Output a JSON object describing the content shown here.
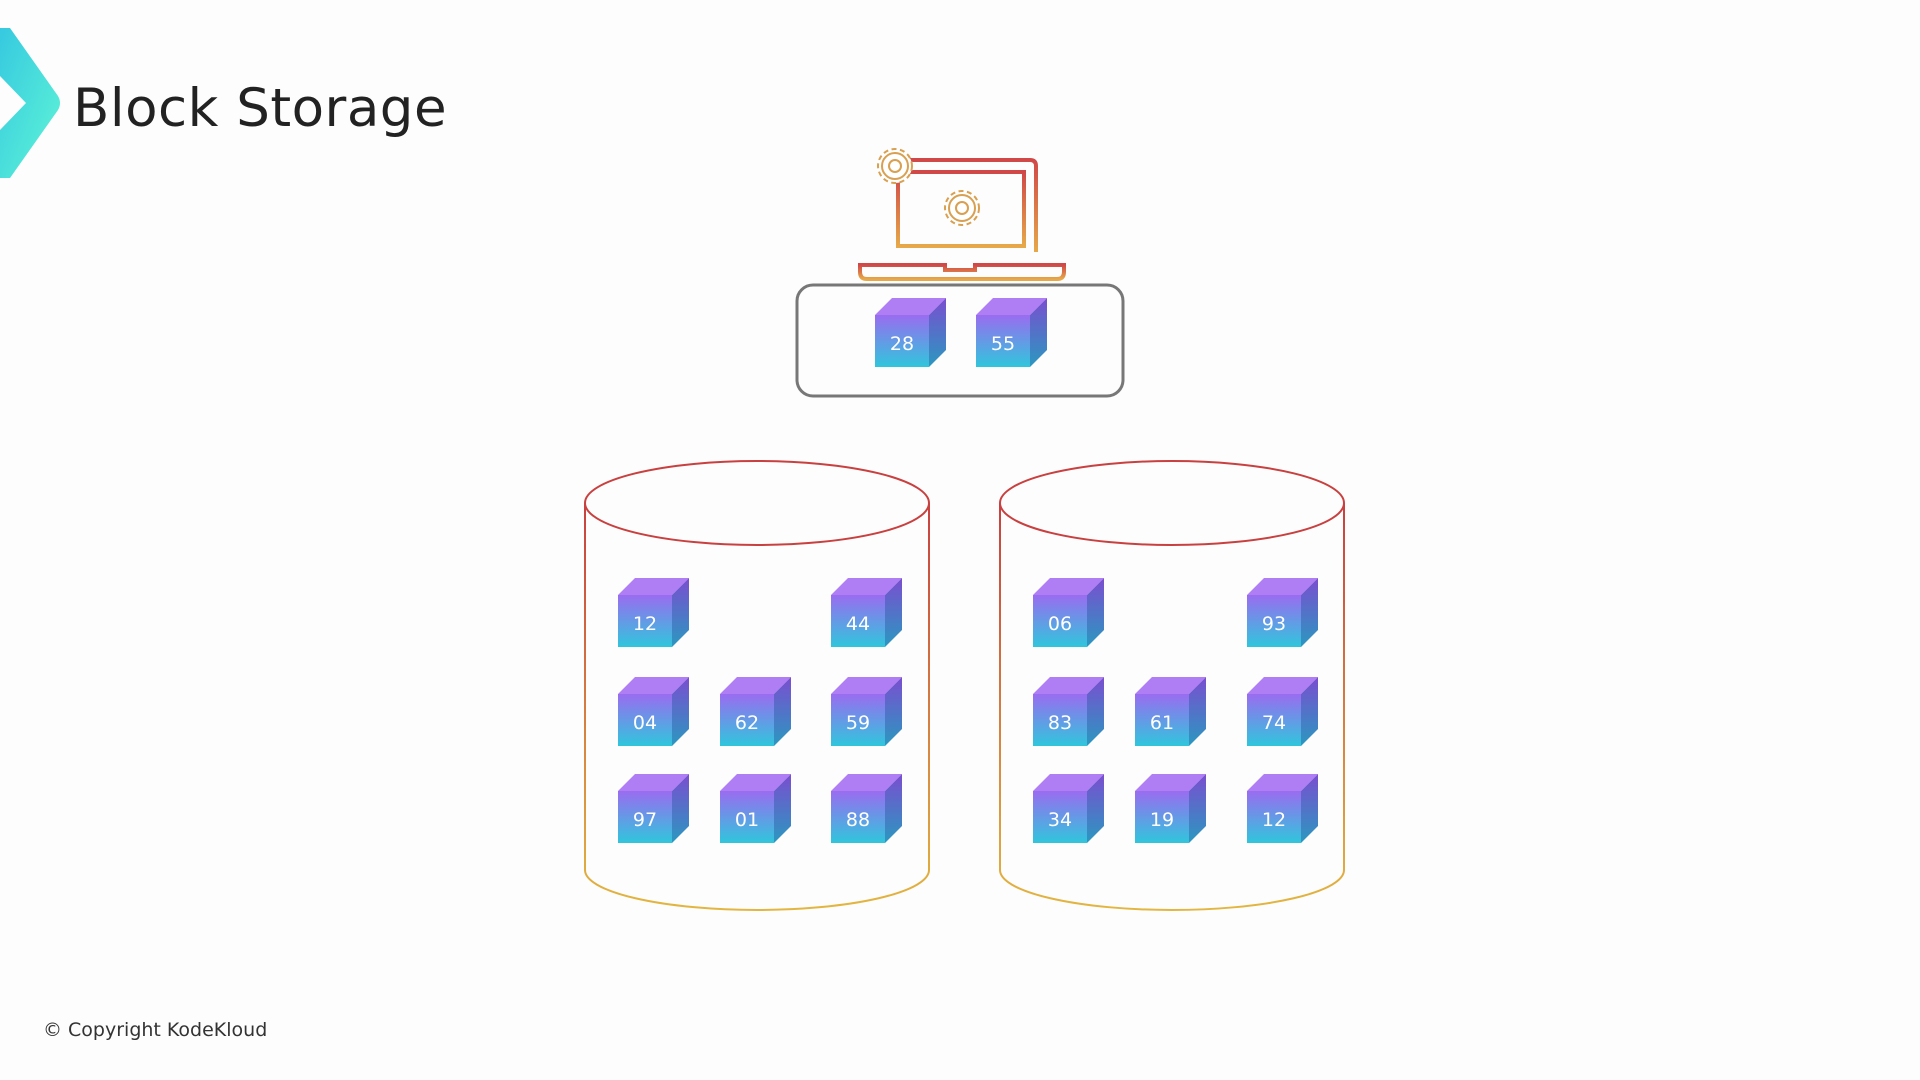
{
  "slide": {
    "title": "Block Storage",
    "copyright": "© Copyright KodeKloud"
  },
  "colors": {
    "accent_logo": "#3fe0d0",
    "cube_top": "#a66ef0",
    "cube_bottom": "#2ec4dc",
    "outline_red": "#d04848",
    "outline_orange": "#e0a040",
    "box_border": "#777777"
  },
  "icons": [
    "kodekloud-chevron-logo",
    "laptop-icon",
    "gear-icon"
  ],
  "server_volume": {
    "blocks": [
      "28",
      "55"
    ]
  },
  "storage_disks": [
    {
      "blocks": [
        [
          "12",
          null,
          "44"
        ],
        [
          "04",
          "62",
          "59"
        ],
        [
          "97",
          "01",
          "88"
        ]
      ]
    },
    {
      "blocks": [
        [
          "06",
          null,
          "93"
        ],
        [
          "83",
          "61",
          "74"
        ],
        [
          "34",
          "19",
          "12"
        ]
      ]
    }
  ]
}
